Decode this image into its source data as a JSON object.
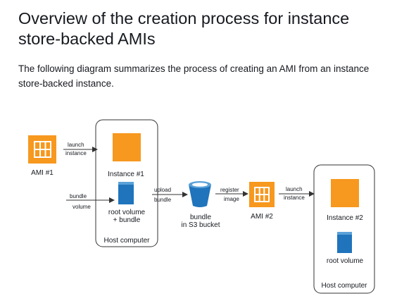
{
  "page": {
    "title": "Overview of the creation process for instance store-backed AMIs",
    "intro": "The following diagram summarizes the process of creating an AMI from an instance store-backed instance."
  },
  "diagram": {
    "ami1_label": "AMI #1",
    "launch_line1": "launch",
    "launch_line2": "instance",
    "instance1_label": "Instance #1",
    "bundle_line1": "bundle",
    "bundle_line2": "volume",
    "rootvol_bundle_line1": "root volume",
    "rootvol_bundle_line2": "+ bundle",
    "host1_label": "Host computer",
    "upload_line1": "upload",
    "upload_line2": "bundle",
    "s3_line1": "bundle",
    "s3_line2": "in S3 bucket",
    "register_line1": "register",
    "register_line2": "image",
    "ami2_label": "AMI #2",
    "launch2_line1": "launch",
    "launch2_line2": "instance",
    "instance2_label": "Instance #2",
    "rootvol2_label": "root volume",
    "host2_label": "Host computer",
    "colors": {
      "orange": "#f7981f",
      "blue": "#1f74bc",
      "border": "#333333"
    }
  }
}
